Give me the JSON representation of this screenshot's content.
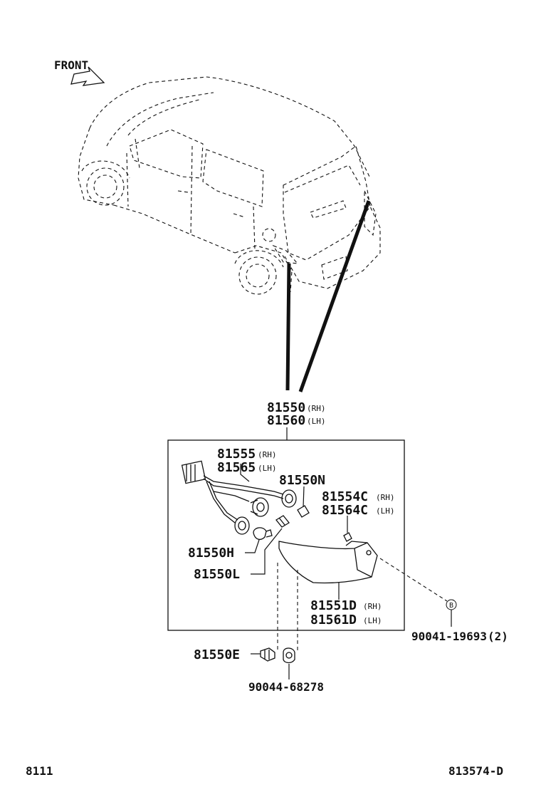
{
  "diagram": {
    "front_label": "FRONT",
    "assembly": {
      "rh": "81550",
      "lh": "81560",
      "rh_tag": "(RH)",
      "lh_tag": "(LH)"
    },
    "wire_harness": {
      "rh": "81555",
      "lh": "81565",
      "rh_tag": "(RH)",
      "lh_tag": "(LH)"
    },
    "part_n": "81550N",
    "gasket": {
      "rh": "81554C",
      "lh": "81564C",
      "rh_tag": "(RH)",
      "lh_tag": "(LH)"
    },
    "part_h": "81550H",
    "part_l": "81550L",
    "lens": {
      "rh": "81551D",
      "lh": "81561D",
      "rh_tag": "(RH)",
      "lh_tag": "(LH)"
    },
    "screw": {
      "ref": "B",
      "part": "90041-19693",
      "qty": "(2)"
    },
    "part_e": "81550E",
    "nut": "90044-68278"
  },
  "footer": {
    "left": "8111",
    "right": "813574-D"
  }
}
